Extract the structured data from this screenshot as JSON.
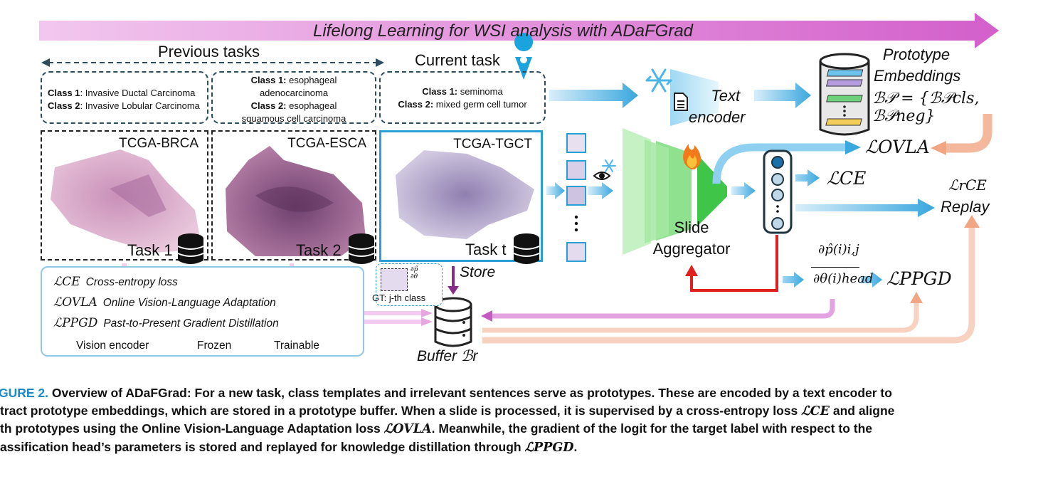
{
  "banner": {
    "title": "Lifelong Learning for WSI analysis with ADaFGrad"
  },
  "previous_tasks_label": "Previous tasks",
  "current_task_label": "Current task",
  "tasks": [
    {
      "line1_bold": "Class 1",
      "line1": ": Invasive Ductal Carcinoma",
      "line2_bold": "Class 2",
      "line2": ": Invasive Lobular Carcinoma",
      "dataset": "TCGA-BRCA",
      "task_name": "Task 1"
    },
    {
      "line1_bold": "Class 1:",
      "line1": " esophageal",
      "line1b": "adenocarcinoma",
      "line2_bold": "Class 2:",
      "line2": " esophageal",
      "line2b": "squamous cell carcinoma",
      "dataset": "TCGA-ESCA",
      "task_name": "Task 2"
    },
    {
      "line1_bold": "Class 1:",
      "line1": " seminoma",
      "line2_bold": "Class 2:",
      "line2": " mixed germ cell tumor",
      "dataset": "TCGA-TGCT",
      "task_name": "Task t"
    }
  ],
  "text_encoder": {
    "line1": "Text",
    "line2": "encoder"
  },
  "prototype": {
    "line1": "Prototype",
    "line2": "Embeddings",
    "formula": "ℬ𝒫 = {ℬ𝒫cls, ℬ𝒫neg}"
  },
  "losses": {
    "ovla": "ℒOVLA",
    "ce": "ℒCE",
    "ce_replay": "ℒrCE",
    "replay": "Replay",
    "ppgd": "ℒPPGD"
  },
  "slide_aggregator": {
    "line1": "Slide",
    "line2": "Aggregator"
  },
  "gradient": {
    "numerator": "∂p̂(i)i,j",
    "denominator": "∂θ(i)head"
  },
  "store_label": "Store",
  "buffer_label": "Buffer ℬr",
  "gt_label": "GT: j-th class",
  "legend": {
    "ce_sym": "ℒCE",
    "ce_text": "Cross-entropy loss",
    "ovla_sym": "ℒOVLA",
    "ovla_text": "Online Vision-Language Adaptation",
    "ppgd_sym": "ℒPPGD",
    "ppgd_text": "Past-to-Present Gradient Distillation",
    "vision_encoder": "Vision encoder",
    "frozen": "Frozen",
    "trainable": "Trainable"
  },
  "icons": [
    "location-pin-icon",
    "snowflake-icon",
    "document-icon",
    "database-icon",
    "eye-icon",
    "flame-icon"
  ],
  "colors": {
    "banner": "#d77ad0",
    "accent_blue": "#2a9fd6",
    "aggregator_green": "#41c548",
    "gradient_arrow": "#e01f1f",
    "caption_label": "#1b8ac8"
  },
  "caption": {
    "label": "GURE 2.",
    "line1": " Overview of ADaFGrad: For a new task, class templates and irrelevant sentences serve as prototypes. These are encoded by a text encoder to",
    "line2a": "tract prototype embeddings, which are stored in a prototype buffer. When a slide is processed, it is supervised by a cross-entropy loss ",
    "line2_sym": "ℒCE",
    "line2b": " and aligne",
    "line3a": "th prototypes using the Online Vision-Language Adaptation loss ",
    "line3_sym": "ℒOVLA",
    "line3b": ". Meanwhile, the gradient of the logit for the target label with respect to the",
    "line4a": "assification head’s parameters is stored and replayed for knowledge distillation through ",
    "line4_sym": "ℒPPGD",
    "line4b": "."
  }
}
